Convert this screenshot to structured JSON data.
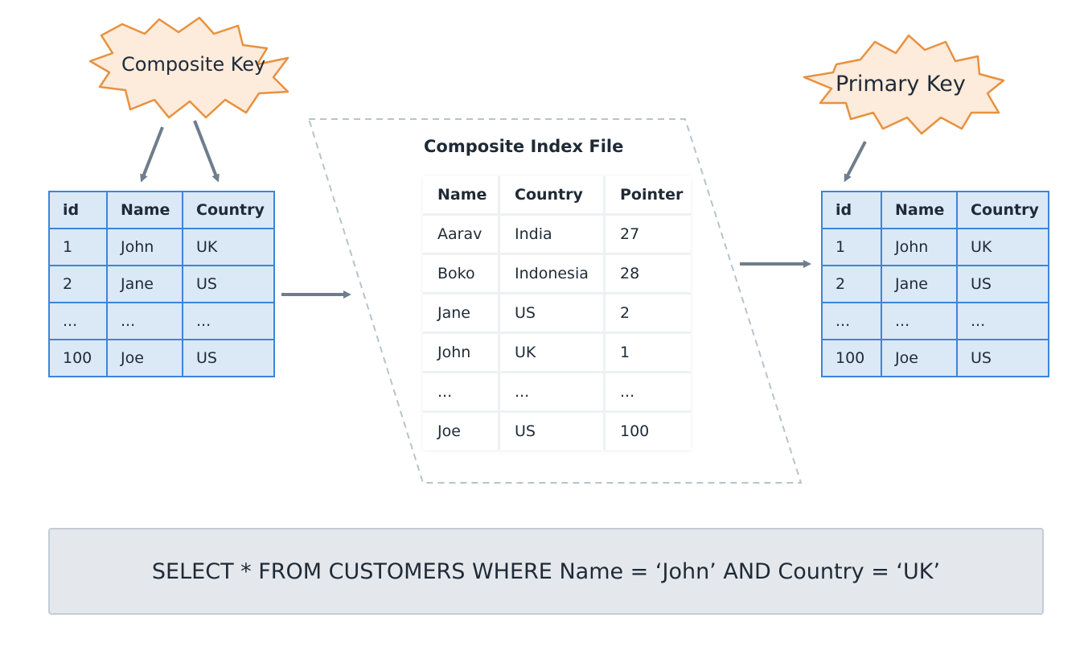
{
  "callouts": {
    "composite_key": "Composite Key",
    "primary_key": "Primary Key"
  },
  "left_table": {
    "headers": [
      "id",
      "Name",
      "Country"
    ],
    "rows": [
      [
        "1",
        "John",
        "UK"
      ],
      [
        "2",
        "Jane",
        "US"
      ],
      [
        "...",
        "...",
        "..."
      ],
      [
        "100",
        "Joe",
        "US"
      ]
    ]
  },
  "index_file": {
    "title": "Composite Index File",
    "headers": [
      "Name",
      "Country",
      "Pointer"
    ],
    "rows": [
      [
        "Aarav",
        "India",
        "27"
      ],
      [
        "Boko",
        "Indonesia",
        "28"
      ],
      [
        "Jane",
        "US",
        "2"
      ],
      [
        "John",
        "UK",
        "1"
      ],
      [
        "...",
        "...",
        "..."
      ],
      [
        "Joe",
        "US",
        "100"
      ]
    ]
  },
  "right_table": {
    "headers": [
      "id",
      "Name",
      "Country"
    ],
    "rows": [
      [
        "1",
        "John",
        "UK"
      ],
      [
        "2",
        "Jane",
        "US"
      ],
      [
        "...",
        "...",
        "..."
      ],
      [
        "100",
        "Joe",
        "US"
      ]
    ]
  },
  "query": "SELECT * FROM CUSTOMERS WHERE Name = ‘John’ AND Country = ‘UK’",
  "colors": {
    "table_border": "#3b86d8",
    "table_fill": "#dbe8f6",
    "burst_stroke": "#e8913f",
    "burst_fill": "#fdebdc",
    "arrow": "#6f7d8c",
    "dashed": "#b6c4cc"
  }
}
